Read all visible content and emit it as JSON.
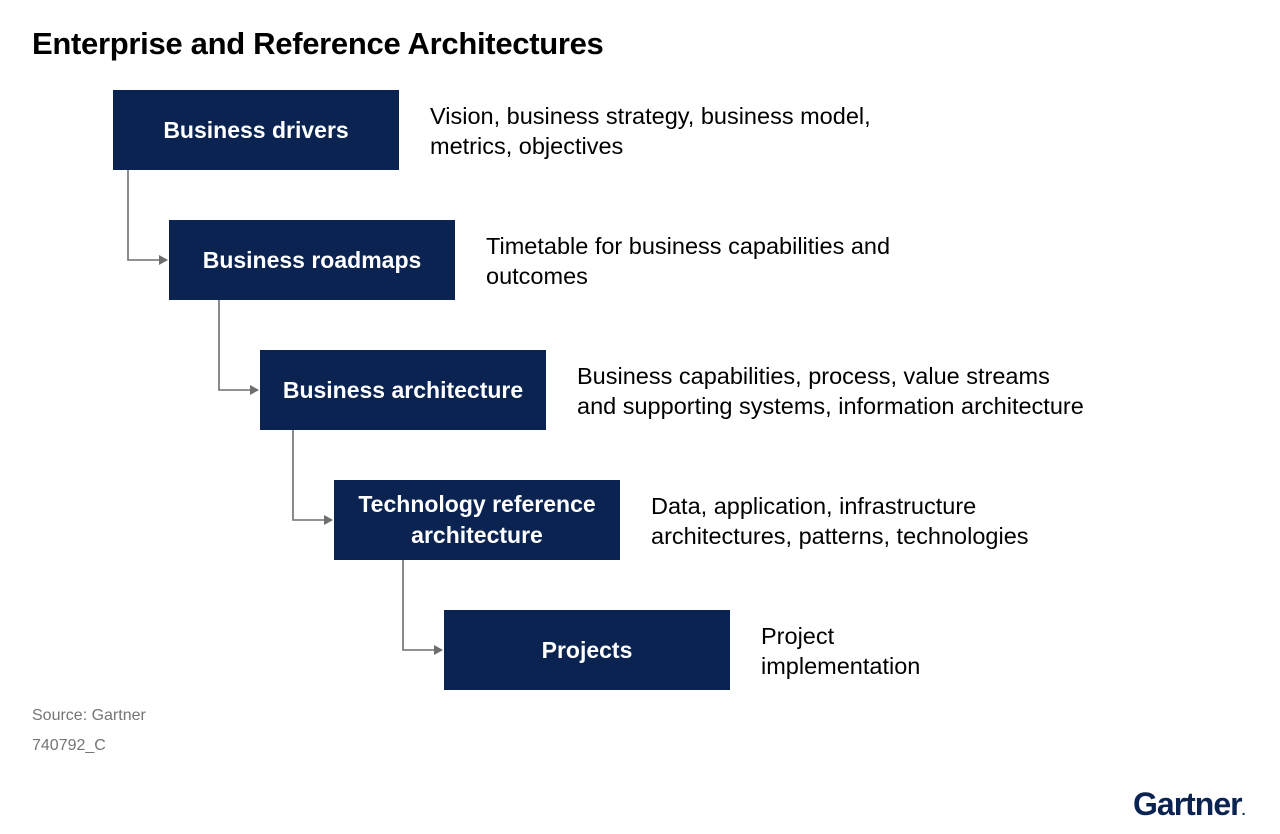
{
  "title": "Enterprise and Reference Architectures",
  "steps": [
    {
      "label": "Business drivers",
      "description": "Vision, business strategy, business model,\nmetrics, objectives"
    },
    {
      "label": "Business roadmaps",
      "description": "Timetable for business capabilities and\noutcomes"
    },
    {
      "label": "Business architecture",
      "description": "Business capabilities, process, value streams\nand supporting systems, information architecture"
    },
    {
      "label": "Technology reference\narchitecture",
      "description": "Data, application, infrastructure\narchitectures, patterns, technologies"
    },
    {
      "label": "Projects",
      "description": "Project\nimplementation"
    }
  ],
  "source": "Source: Gartner",
  "figure_id": "740792_C",
  "logo": "Gartner",
  "logo_mark": ".",
  "colors": {
    "box_fill": "#0b2350",
    "connector": "#6e6e6e",
    "muted_text": "#757575"
  }
}
